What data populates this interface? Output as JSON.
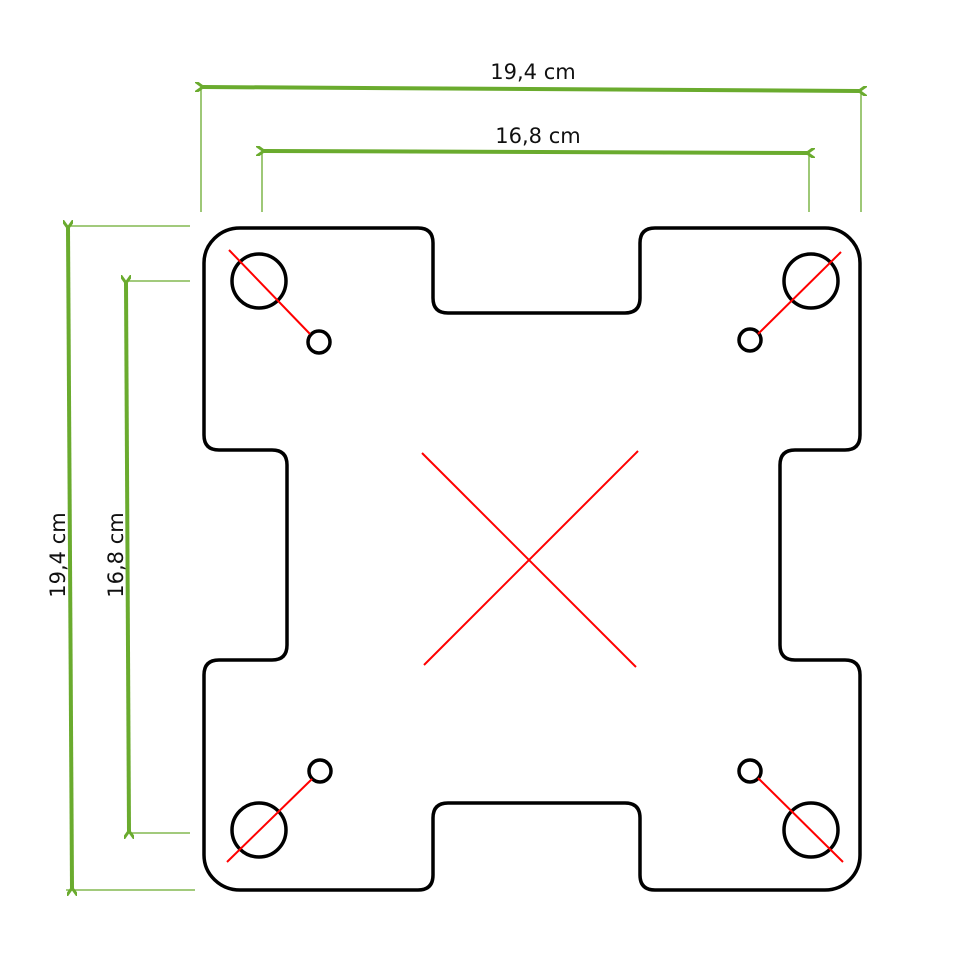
{
  "dimensions": {
    "outer_width": "19,4 cm",
    "inner_width": "16,8 cm",
    "outer_height": "19,4 cm",
    "inner_height": "16,8 cm"
  },
  "colors": {
    "dimension": "#6aab2e",
    "outline": "#000000",
    "marker": "#ff0000"
  }
}
